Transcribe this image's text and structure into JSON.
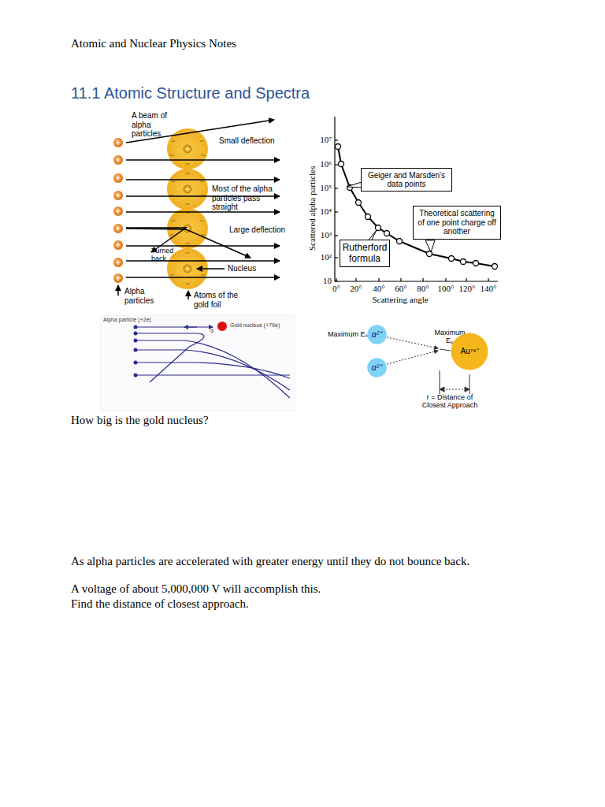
{
  "diagram": {
    "title": "11.1 Atomic Structure and Spectra",
    "nodes": [
      {
        "text": [
          "Geiger and Marsden's data points"
        ]
      },
      {
        "text": [
          "Theoretical scattering of one point charge off another"
        ]
      },
      {
        "text": [
          "Rutherford formula"
        ]
      },
      {
        "text": [
          "α²⁺"
        ]
      },
      {
        "text": [
          "α²⁺"
        ]
      },
      {
        "text": [
          "Au⁷⁹⁺"
        ]
      }
    ],
    "labels": [
      "Atomic and Nuclear Physics Notes",
      "A beam of alpha particles",
      "Small deflection",
      "Most of the alpha particles pass straight",
      "Large deflection",
      "Turned back",
      "Nucleus",
      "Alpha particles",
      "Atoms of the gold foil",
      "10⁷",
      "10⁶",
      "10⁵",
      "10⁴",
      "10³",
      "10²",
      "10",
      "Scattered alpha particles",
      "0°",
      "20°",
      "40°",
      "60°",
      "80°",
      "100°",
      "120°",
      "140°",
      "Scattering angle",
      "Alpha particle (+2e)",
      "Gold nucleus (+79e)",
      "d",
      "Maximum Eₖ",
      "Maximum Eₚ",
      "r = Distance of Closest Approach",
      "How big is the gold nucleus?",
      "As alpha particles are accelerated with greater energy until they do not bounce back.",
      "A voltage of about 5,000,000 V will accomplish this.",
      "Find the distance of closest approach."
    ]
  }
}
